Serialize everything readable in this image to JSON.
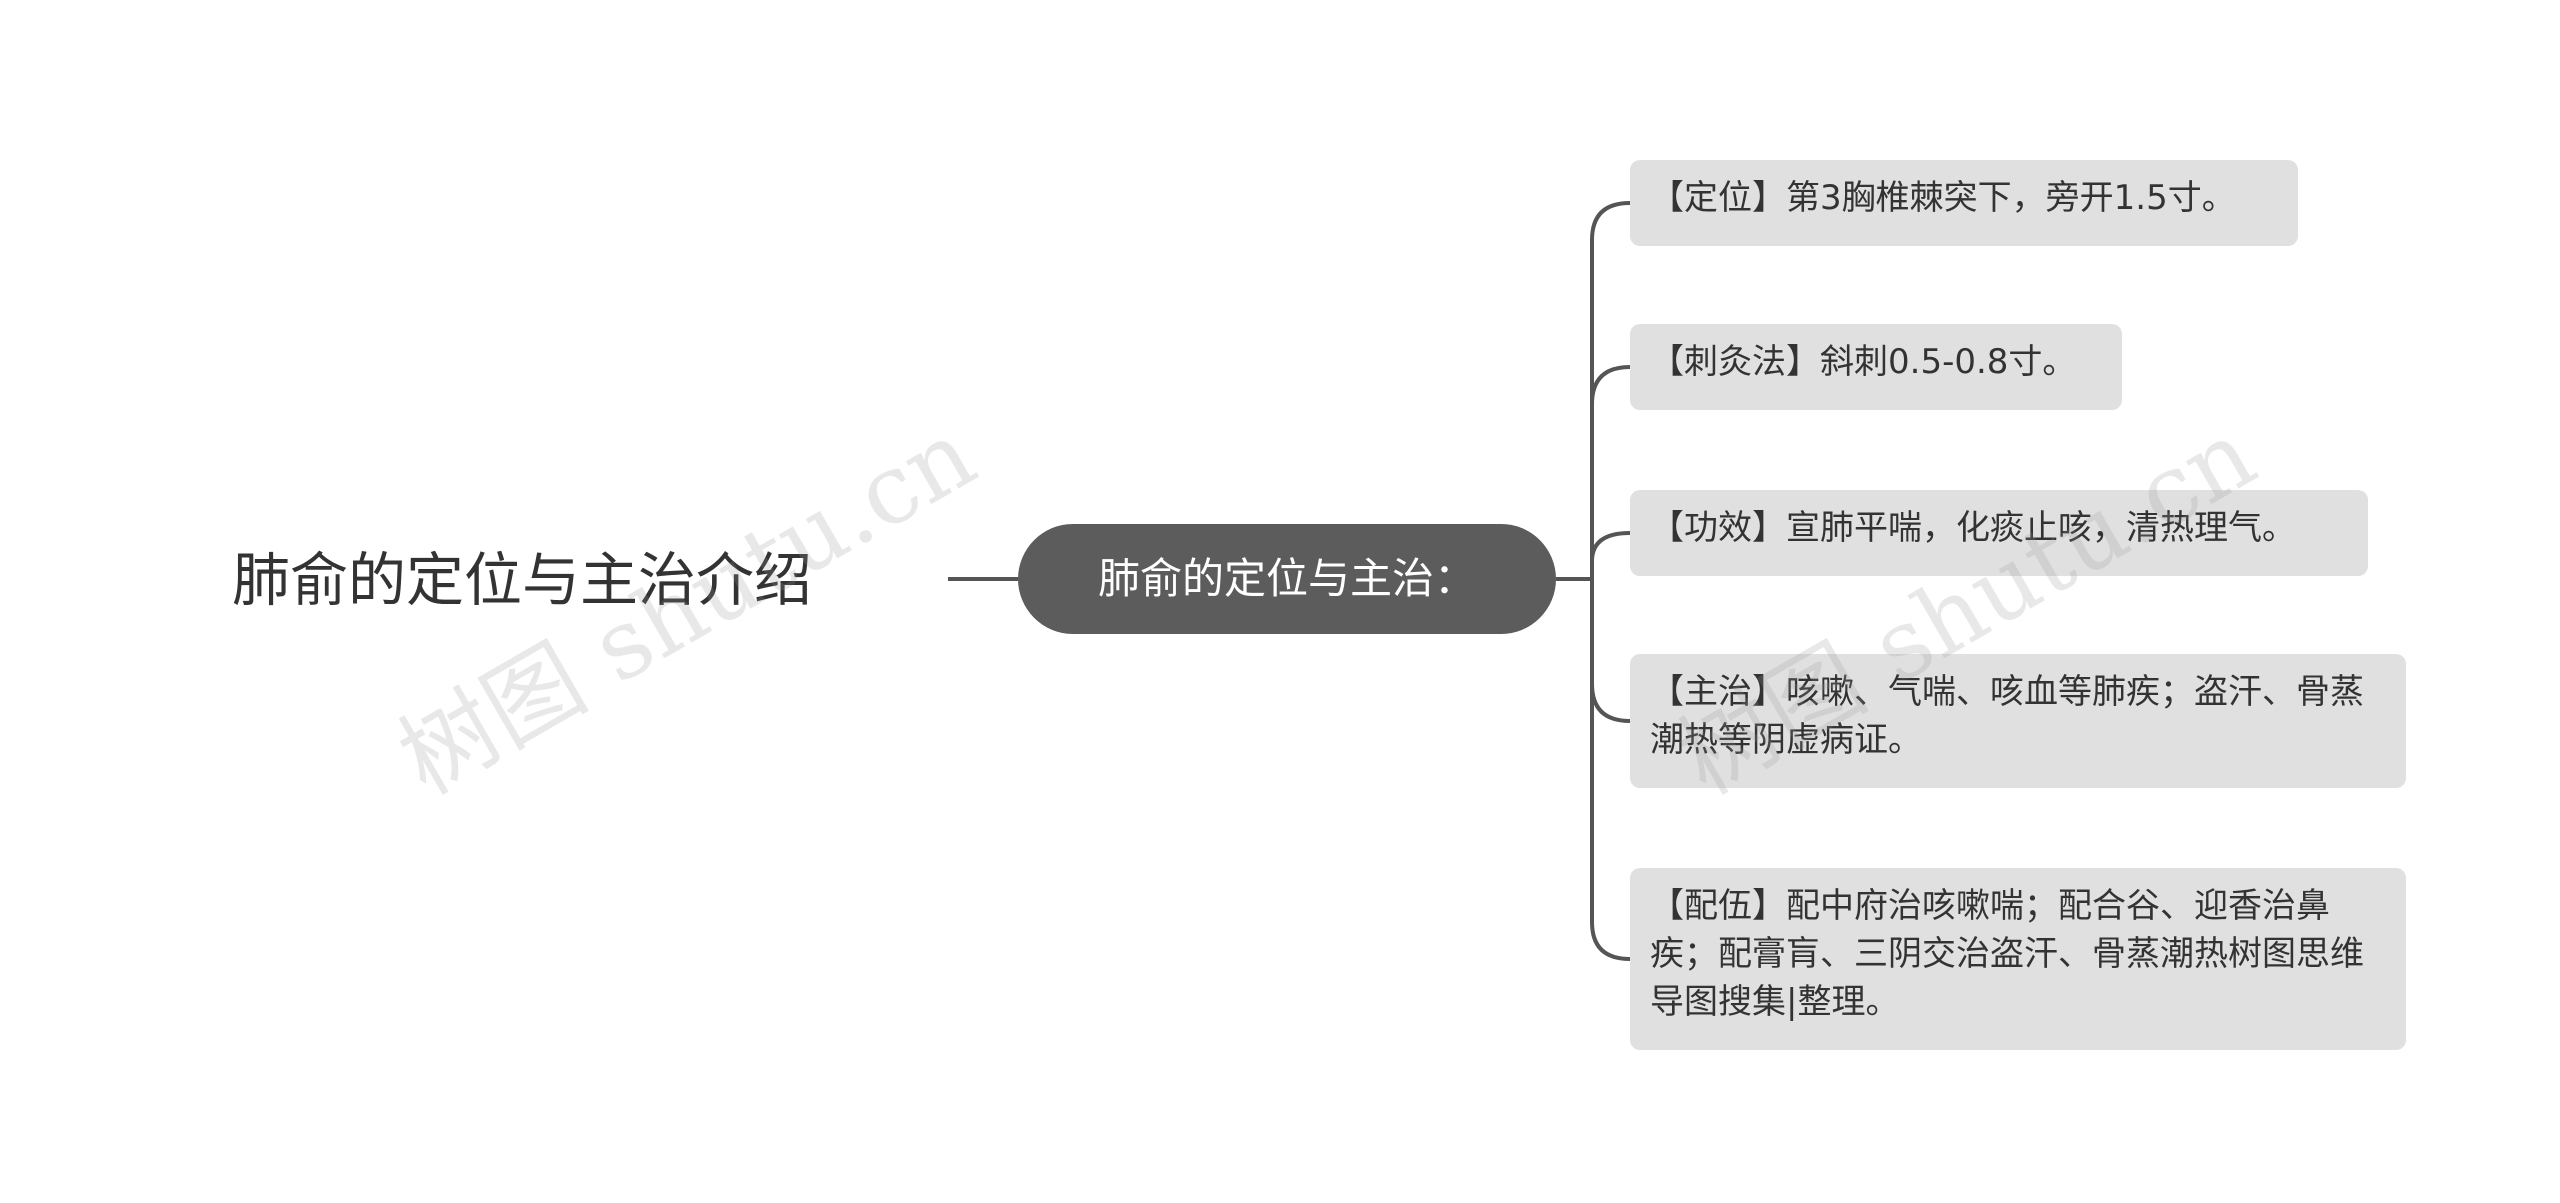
{
  "root": {
    "title": "肺俞的定位与主治介绍"
  },
  "center": {
    "label": "肺俞的定位与主治："
  },
  "leaves": [
    {
      "text": "【定位】第3胸椎棘突下，旁开1.5寸。"
    },
    {
      "text": "【刺灸法】斜刺0.5-0.8寸。"
    },
    {
      "text": "【功效】宣肺平喘，化痰止咳，清热理气。"
    },
    {
      "text": "【主治】咳嗽、气喘、咳血等肺疾；盗汗、骨蒸潮热等阴虚病证。"
    },
    {
      "text": "【配伍】配中府治咳嗽喘；配合谷、迎香治鼻疾；配膏肓、三阴交治盗汗、骨蒸潮热树图思维导图搜集|整理。"
    }
  ],
  "watermarks": [
    {
      "text": "树图 shutu.cn"
    },
    {
      "text": "树图 shutu.cn"
    }
  ],
  "colors": {
    "center_fill": "#5c5c5c",
    "leaf_fill": "#e0e0e0",
    "connector": "#555555",
    "text": "#333333"
  }
}
